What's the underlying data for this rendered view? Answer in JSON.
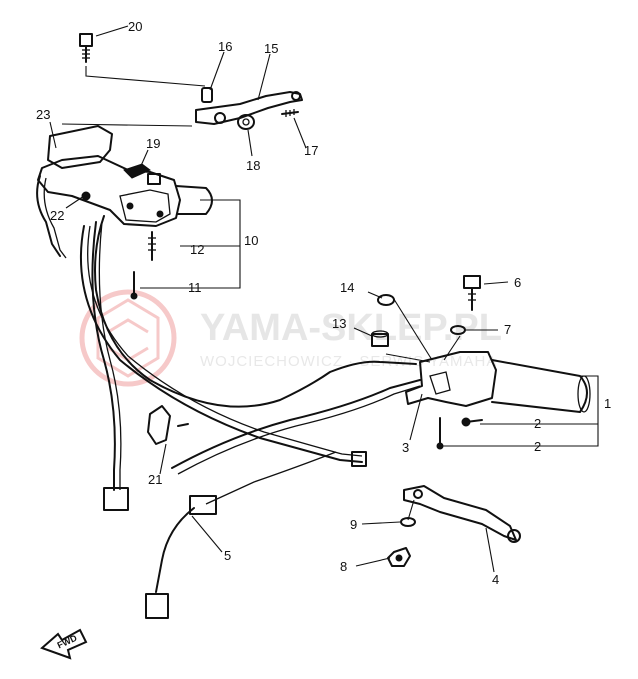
{
  "watermark": {
    "brand": "YAMA-SKLEP.PL",
    "subtitle": "WOJCIECHOWICZ · SERWIS YAMAHA"
  },
  "direction_badge": "FWD",
  "callouts": [
    {
      "id": "c20",
      "text": "20"
    },
    {
      "id": "c16",
      "text": "16"
    },
    {
      "id": "c15",
      "text": "15"
    },
    {
      "id": "c23",
      "text": "23"
    },
    {
      "id": "c19",
      "text": "19"
    },
    {
      "id": "c18",
      "text": "18"
    },
    {
      "id": "c17",
      "text": "17"
    },
    {
      "id": "c22",
      "text": "22"
    },
    {
      "id": "c10",
      "text": "10"
    },
    {
      "id": "c12",
      "text": "12"
    },
    {
      "id": "c11",
      "text": "11"
    },
    {
      "id": "c14",
      "text": "14"
    },
    {
      "id": "c6",
      "text": "6"
    },
    {
      "id": "c13",
      "text": "13"
    },
    {
      "id": "c7",
      "text": "7"
    },
    {
      "id": "c1",
      "text": "1"
    },
    {
      "id": "c2a",
      "text": "2"
    },
    {
      "id": "c3",
      "text": "3"
    },
    {
      "id": "c2b",
      "text": "2"
    },
    {
      "id": "c21",
      "text": "21"
    },
    {
      "id": "c9",
      "text": "9"
    },
    {
      "id": "c5",
      "text": "5"
    },
    {
      "id": "c8",
      "text": "8"
    },
    {
      "id": "c4",
      "text": "4"
    }
  ]
}
